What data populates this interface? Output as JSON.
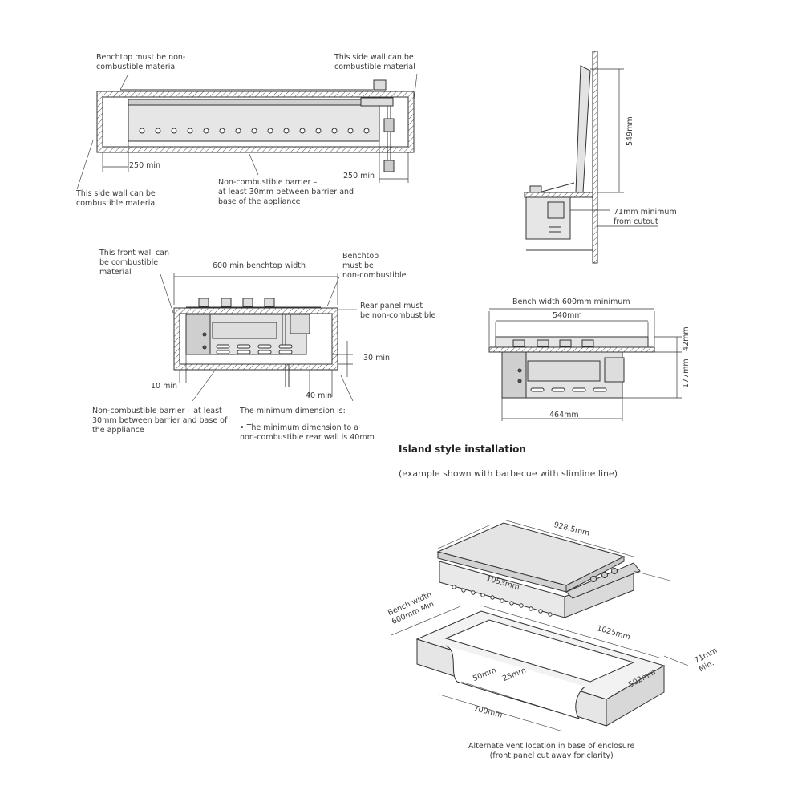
{
  "diagram1": {
    "benchtop_note": "Benchtop must be non-\ncombustible material",
    "side_wall_right": "This side wall can be\ncombustible material",
    "side_wall_left": "This side wall can be\ncombustible material",
    "barrier_note": "Non-combustible barrier –\nat least 30mm between barrier and\nbase of the appliance",
    "dim_left": "250 min",
    "dim_right": "250 min"
  },
  "diagram2": {
    "dim_height": "549mm",
    "cutout_note": "71mm minimum\nfrom cutout"
  },
  "diagram3": {
    "front_wall": "This front wall can\nbe combustible\nmaterial",
    "benchtop_width": "600 min benchtop width",
    "benchtop_note": "Benchtop\nmust be\nnon-combustible",
    "rear_panel": "Rear panel must\nbe non-combustible",
    "dim_30": "30 min",
    "dim_10": "10 min",
    "dim_40": "40 min",
    "barrier_note": "Non-combustible barrier – at least\n30mm between barrier and base of\nthe appliance",
    "min_dim_title": "The minimum dimension is:",
    "min_dim_bullet": "• The minimum dimension to a\n   non-combustible rear wall is 40mm"
  },
  "diagram4": {
    "bench_width": "Bench width 600mm minimum",
    "dim_540": "540mm",
    "dim_42": "42mm",
    "dim_177": "177mm",
    "dim_464": "464mm"
  },
  "island": {
    "title": "Island style installation",
    "subtitle": "(example shown with barbecue with slimline line)",
    "dim_928": "928.5mm",
    "dim_1053": "1053mm",
    "bench_width": "Bench width\n600mm Min",
    "dim_1025": "1025mm",
    "dim_71": "71mm\nMin.",
    "dim_502": "502mm",
    "dim_50": "50mm",
    "dim_25": "25mm",
    "dim_700": "700mm",
    "caption": "Alternate vent location in base of enclosure\n(front panel cut away for clarity)"
  }
}
